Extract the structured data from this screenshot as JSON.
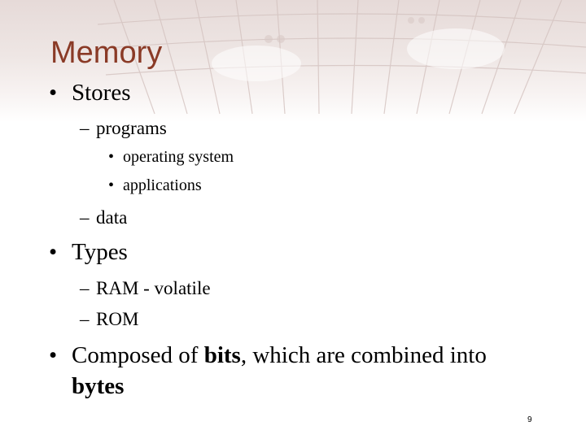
{
  "slide": {
    "title": "Memory",
    "page_number": "9",
    "bullet_symbol": "•",
    "dash_symbol": "–",
    "items": {
      "stores": "Stores",
      "programs": "programs",
      "operating_system": "operating system",
      "applications": "applications",
      "data": "data",
      "types": "Types",
      "ram": "RAM - volatile",
      "rom": "ROM",
      "composed_part1": "Composed of ",
      "composed_bits": "bits",
      "composed_part2": ", which are combined into",
      "composed_bytes": "bytes"
    }
  },
  "colors": {
    "title": "#8a3a26",
    "text": "#000000",
    "header_tint": "#e6dad8"
  }
}
